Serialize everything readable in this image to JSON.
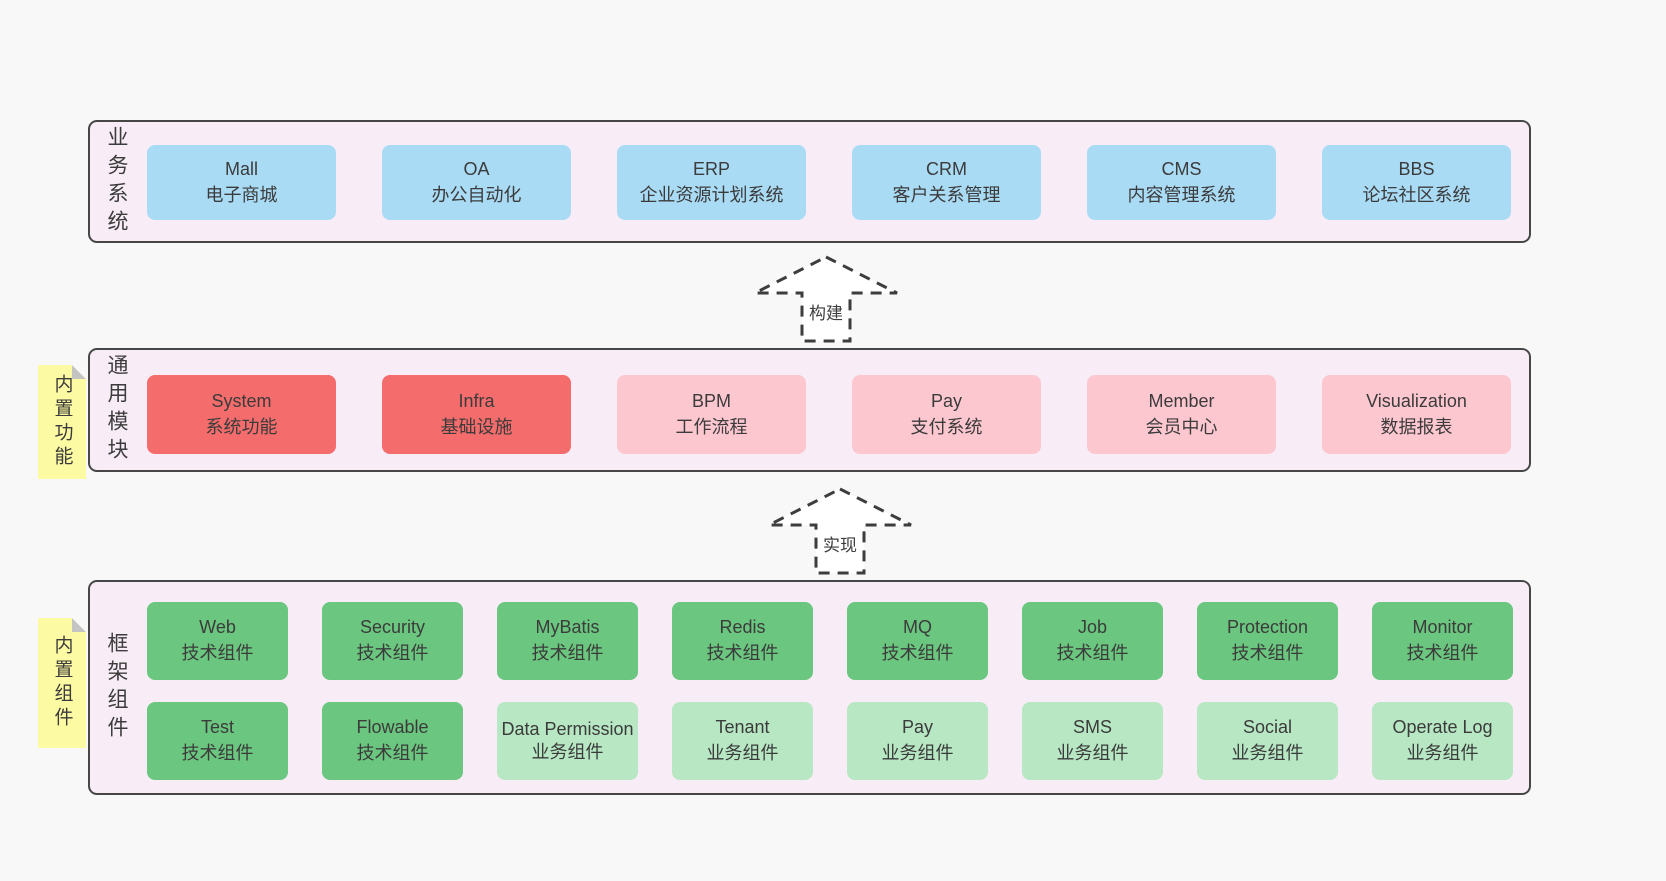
{
  "page": {
    "background": "#f8f8f8"
  },
  "colors": {
    "band_background": "#f8edf6",
    "band_border": "#474747",
    "box_blue": "#aadbf5",
    "box_red": "#f56c6c",
    "box_pink": "#fdc7d0",
    "box_green": "#6bc77f",
    "box_green_light": "#b7e7c3",
    "sticky_yellow": "#fcfaa2",
    "sticky_fold_gray": "#c4c4c4",
    "text": "#3b3b3b"
  },
  "arrows": [
    {
      "label": "构建"
    },
    {
      "label": "实现"
    }
  ],
  "bands": [
    {
      "label": "业务系统",
      "boxes": [
        {
          "name": "Mall",
          "desc": "电子商城"
        },
        {
          "name": "OA",
          "desc": "办公自动化"
        },
        {
          "name": "ERP",
          "desc": "企业资源计划系统"
        },
        {
          "name": "CRM",
          "desc": "客户关系管理"
        },
        {
          "name": "CMS",
          "desc": "内容管理系统"
        },
        {
          "name": "BBS",
          "desc": "论坛社区系统"
        }
      ]
    },
    {
      "label": "通用模块",
      "sticky": "内置功能",
      "boxes": [
        {
          "name": "System",
          "desc": "系统功能"
        },
        {
          "name": "Infra",
          "desc": "基础设施"
        },
        {
          "name": "BPM",
          "desc": "工作流程"
        },
        {
          "name": "Pay",
          "desc": "支付系统"
        },
        {
          "name": "Member",
          "desc": "会员中心"
        },
        {
          "name": "Visualization",
          "desc": "数据报表"
        }
      ]
    },
    {
      "label": "框架组件",
      "sticky": "内置组件",
      "rows": [
        [
          {
            "name": "Web",
            "desc": "技术组件"
          },
          {
            "name": "Security",
            "desc": "技术组件"
          },
          {
            "name": "MyBatis",
            "desc": "技术组件"
          },
          {
            "name": "Redis",
            "desc": "技术组件"
          },
          {
            "name": "MQ",
            "desc": "技术组件"
          },
          {
            "name": "Job",
            "desc": "技术组件"
          },
          {
            "name": "Protection",
            "desc": "技术组件"
          },
          {
            "name": "Monitor",
            "desc": "技术组件"
          }
        ],
        [
          {
            "name": "Test",
            "desc": "技术组件"
          },
          {
            "name": "Flowable",
            "desc": "技术组件"
          },
          {
            "name": "Data Permission",
            "desc": "业务组件"
          },
          {
            "name": "Tenant",
            "desc": "业务组件"
          },
          {
            "name": "Pay",
            "desc": "业务组件"
          },
          {
            "name": "SMS",
            "desc": "业务组件"
          },
          {
            "name": "Social",
            "desc": "业务组件"
          },
          {
            "name": "Operate Log",
            "desc": "业务组件"
          }
        ]
      ]
    }
  ]
}
